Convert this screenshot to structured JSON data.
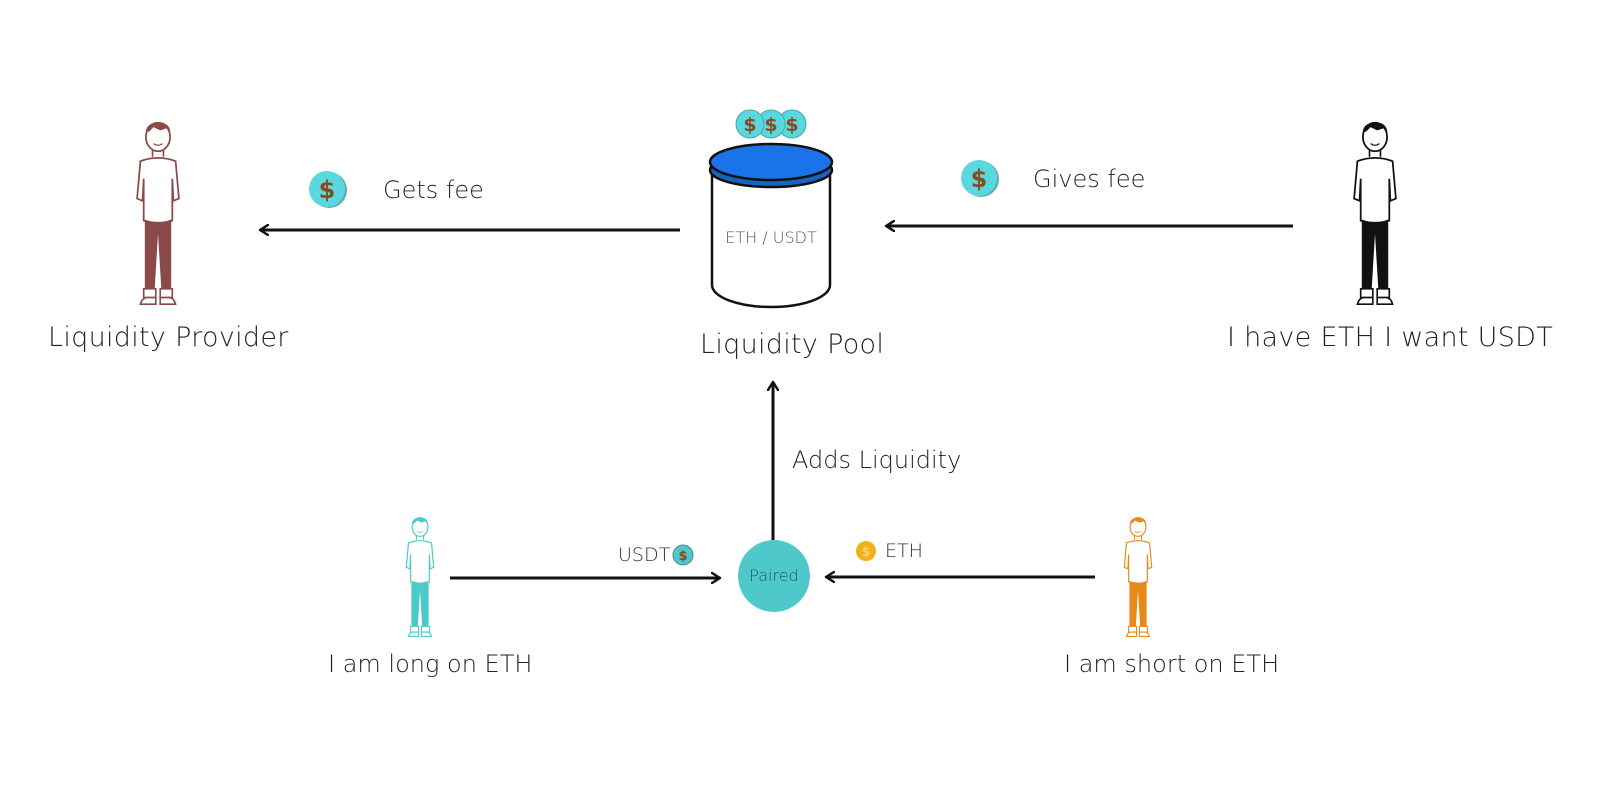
{
  "diagram": {
    "nodes": {
      "liquidity_provider": {
        "label": "Liquidity Provider",
        "color": "#8b4a4a"
      },
      "liquidity_pool": {
        "label": "Liquidity Pool",
        "inner_label": "ETH / USDT",
        "lid_color": "#1a73e8"
      },
      "swapper": {
        "label": "I have ETH I want USDT",
        "color": "#111111"
      },
      "long_trader": {
        "label": "I am long on ETH",
        "color": "#4cc9c9"
      },
      "short_trader": {
        "label": "I am short on ETH",
        "color": "#e8891a"
      },
      "paired": {
        "label": "Paired",
        "color": "#4fc8cc"
      }
    },
    "edges": {
      "pool_to_provider": {
        "label": "Gets fee"
      },
      "swapper_to_pool": {
        "label": "Gives fee"
      },
      "paired_to_pool": {
        "label": "Adds Liquidity"
      },
      "long_to_paired": {
        "label": "USDT"
      },
      "short_to_paired": {
        "label": "ETH"
      }
    },
    "coin_symbol": "$",
    "colors": {
      "coin_teal": "#5ad8e0",
      "coin_gold": "#f2b01e",
      "dollar_brown": "#8a4a1e",
      "arrow": "#111111"
    }
  }
}
